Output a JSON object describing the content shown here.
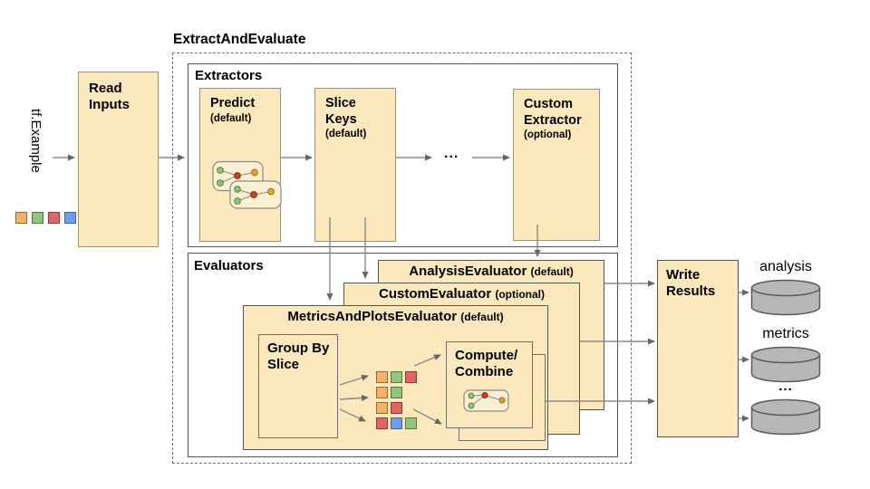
{
  "title": "ExtractAndEvaluate",
  "input": {
    "label": "tf.Example"
  },
  "read_inputs": {
    "label": "Read Inputs"
  },
  "extractors": {
    "label": "Extractors",
    "predict": {
      "title": "Predict",
      "sub": "(default)"
    },
    "slice_keys": {
      "title": "Slice Keys",
      "sub": "(default)"
    },
    "ellipsis": "...",
    "custom": {
      "title": "Custom Extractor",
      "sub": "(optional)"
    }
  },
  "evaluators": {
    "label": "Evaluators",
    "analysis": {
      "title": "AnalysisEvaluator",
      "sub": "(default)"
    },
    "custom": {
      "title": "CustomEvaluator",
      "sub": "(optional)"
    },
    "metrics_plots": {
      "title": "MetricsAndPlotsEvaluator",
      "sub": "(default)"
    },
    "group_by_slice": {
      "label": "Group By Slice"
    },
    "compute_combine": {
      "line1": "Compute/",
      "line2": "Combine"
    }
  },
  "write_results": {
    "label": "Write Results"
  },
  "outputs": {
    "analysis_label": "analysis",
    "metrics_label": "metrics",
    "more_label": "..."
  },
  "icons": {
    "predict_icon": "model-graph-icon",
    "compute_icon": "combine-graph-icon",
    "outputs": "database-cylinder-icon"
  },
  "colors": {
    "box_fill": "#FCE8BD",
    "box_border": "#9b9271",
    "container_border": "#555555",
    "cylinder_fill": "#B7B7B7",
    "cylinder_border": "#5A5A5A",
    "connector": "#8a8a8a"
  },
  "palette": {
    "orange": "#F6B26B",
    "green": "#93C47D",
    "red": "#E06666",
    "blue": "#6D9EEB"
  },
  "palette_border": {
    "orange": "#8f6b2e",
    "green": "#4e7a38",
    "red": "#8f3a3a",
    "blue": "#3c64a8"
  },
  "input_squares": [
    "orange",
    "green",
    "red",
    "blue"
  ],
  "slice_grid": [
    [
      "orange",
      "green",
      "red"
    ],
    [
      "orange",
      "green"
    ],
    [
      "orange",
      "red"
    ],
    [
      "red",
      "blue",
      "green"
    ]
  ]
}
